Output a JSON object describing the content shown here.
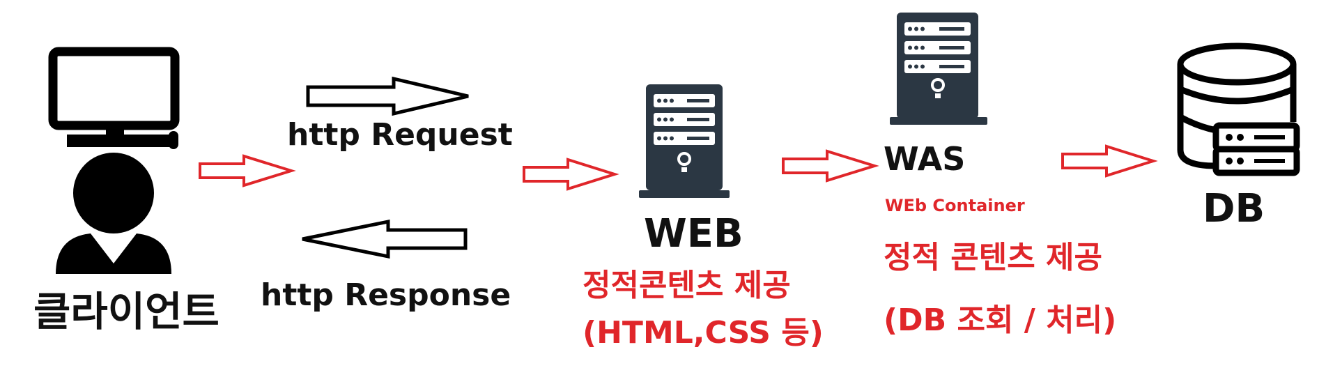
{
  "client": {
    "label": "클라이언트"
  },
  "request": {
    "label": "http Request"
  },
  "response": {
    "label": "http Response"
  },
  "web": {
    "label": "WEB",
    "desc_line1": "정적콘텐츠 제공",
    "desc_line2": "(HTML,CSS 등)"
  },
  "was": {
    "label": "WAS",
    "sublabel": "WEb Container",
    "desc_line1": "정적 콘텐츠 제공",
    "desc_line2": "(DB 조회 / 처리)"
  },
  "db": {
    "label": "DB"
  },
  "colors": {
    "accent": "#e0262a",
    "icon": "#2b3743",
    "ink": "#111111"
  }
}
